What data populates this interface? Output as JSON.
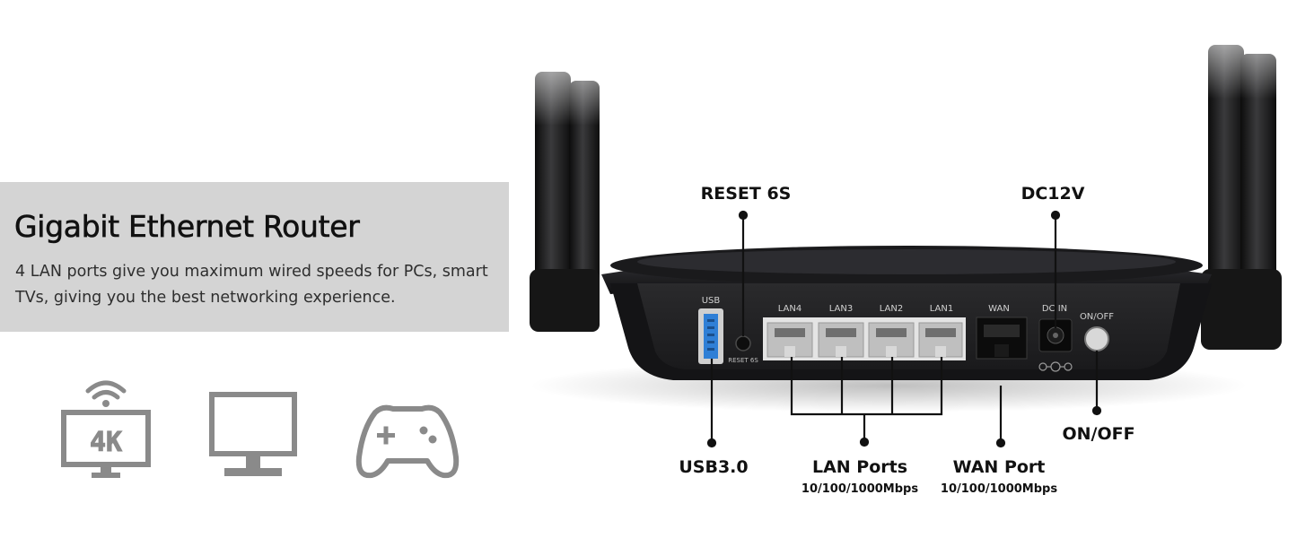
{
  "headline": {
    "title": "Gigabit Ethernet Router",
    "description": "4 LAN ports give you maximum wired speeds for PCs, smart TVs, giving you the best networking experience."
  },
  "features": [
    {
      "icon": "wifi-4k-tv-icon",
      "screen_text": "4K"
    },
    {
      "icon": "monitor-icon"
    },
    {
      "icon": "gamepad-icon"
    }
  ],
  "router": {
    "port_labels": [
      "USB",
      "LAN4",
      "LAN3",
      "LAN2",
      "LAN1",
      "WAN",
      "DC IN",
      "ON/OFF"
    ],
    "reset_print": "RESET 6S"
  },
  "callouts": {
    "reset": "RESET 6S",
    "dc": "DC12V",
    "usb": "USB3.0",
    "lan": "LAN Ports",
    "lan_speed": "10/100/1000Mbps",
    "wan": "WAN Port",
    "wan_speed": "10/100/1000Mbps",
    "onoff": "ON/OFF"
  },
  "colors": {
    "banner": "#d4d4d4",
    "icon_gray": "#8a8a8a",
    "router_body": "#1c1c1e",
    "usb_blue": "#2f7fd6"
  }
}
